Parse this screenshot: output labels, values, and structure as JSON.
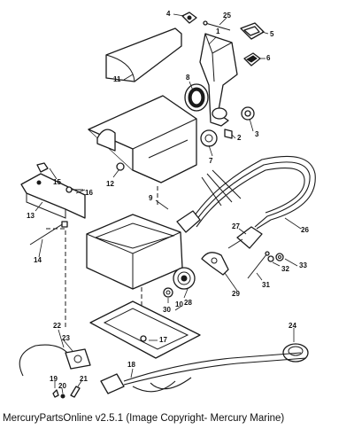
{
  "caption": "MercuryPartsOnline v2.5.1 (Image Copyright- Mercury Marine)",
  "callouts": {
    "c1": "1",
    "c2": "2",
    "c3": "3",
    "c4": "4",
    "c5": "5",
    "c6": "6",
    "c7": "7",
    "c8": "8",
    "c9": "9",
    "c10": "10",
    "c11": "11",
    "c12": "12",
    "c13": "13",
    "c14": "14",
    "c15": "15",
    "c16": "16",
    "c17": "17",
    "c18": "18",
    "c19": "19",
    "c20": "20",
    "c21": "21",
    "c22": "22",
    "c23": "23",
    "c24": "24",
    "c25": "25",
    "c26": "26",
    "c27": "27",
    "c28": "28",
    "c29": "29",
    "c30": "30",
    "c31": "31",
    "c32": "32",
    "c33": "33"
  }
}
